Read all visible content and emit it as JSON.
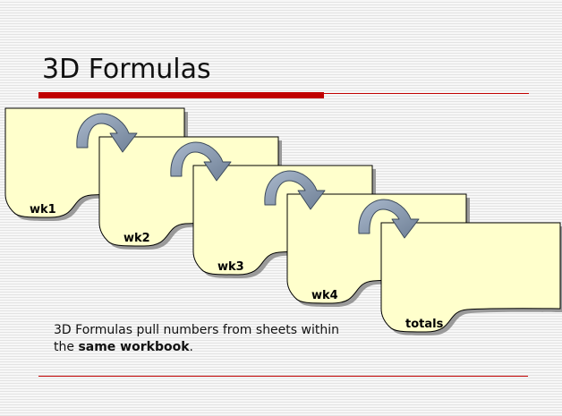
{
  "slide": {
    "title": "3D Formulas",
    "sheets": [
      {
        "label": "wk1"
      },
      {
        "label": "wk2"
      },
      {
        "label": "wk3"
      },
      {
        "label": "wk4"
      },
      {
        "label": "totals"
      }
    ],
    "caption": {
      "part1": "3D Formulas pull numbers from sheets within the ",
      "bold": "same workbook",
      "part2": "."
    }
  },
  "colors": {
    "sheet_fill": "#ffffcc",
    "sheet_border": "#000000",
    "sheet_shadow": "#9a9a9a",
    "arrow_fill": "#8c9cb0",
    "arrow_outline": "#3c4a5c",
    "accent_red": "#c00000"
  }
}
